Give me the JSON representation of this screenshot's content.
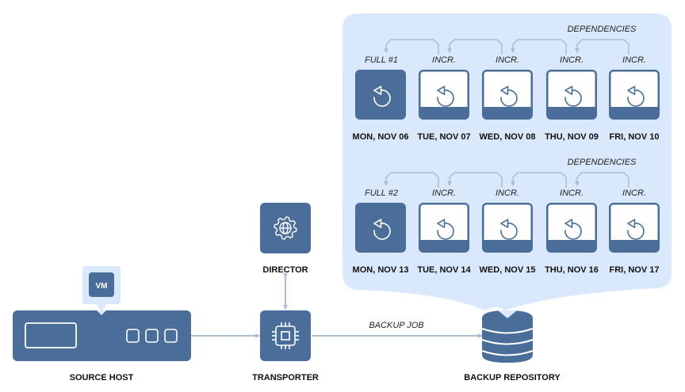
{
  "colors": {
    "primary": "#4a6d99",
    "bubble": "#d9e8fb",
    "connector": "#a9bdd6",
    "white": "#ffffff",
    "text": "#111111"
  },
  "nodes": {
    "source_host": {
      "label": "SOURCE HOST",
      "vm_label": "VM"
    },
    "director": {
      "label": "DIRECTOR",
      "icon": "gear-globe-icon"
    },
    "transporter": {
      "label": "TRANSPORTER",
      "icon": "chip-icon"
    },
    "repository": {
      "label": "BACKUP REPOSITORY",
      "icon": "database-icon"
    }
  },
  "edges": {
    "backup_job_label": "BACKUP JOB"
  },
  "chains": [
    {
      "dependencies_label": "DEPENDENCIES",
      "backups": [
        {
          "type": "FULL #1",
          "kind": "full",
          "date": "MON, NOV 06"
        },
        {
          "type": "INCR.",
          "kind": "incremental",
          "date": "TUE, NOV 07"
        },
        {
          "type": "INCR.",
          "kind": "incremental",
          "date": "WED, NOV 08"
        },
        {
          "type": "INCR.",
          "kind": "incremental",
          "date": "THU, NOV 09"
        },
        {
          "type": "INCR.",
          "kind": "incremental",
          "date": "FRI, NOV 10"
        }
      ]
    },
    {
      "dependencies_label": "DEPENDENCIES",
      "backups": [
        {
          "type": "FULL #2",
          "kind": "full",
          "date": "MON, NOV 13"
        },
        {
          "type": "INCR.",
          "kind": "incremental",
          "date": "TUE, NOV 14"
        },
        {
          "type": "INCR.",
          "kind": "incremental",
          "date": "WED, NOV 15"
        },
        {
          "type": "INCR.",
          "kind": "incremental",
          "date": "THU, NOV 16"
        },
        {
          "type": "INCR.",
          "kind": "incremental",
          "date": "FRI, NOV 17"
        }
      ]
    }
  ]
}
